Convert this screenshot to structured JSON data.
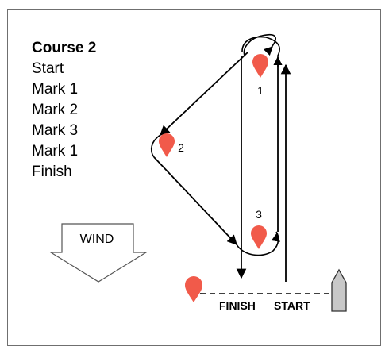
{
  "course": {
    "title": "Course 2",
    "steps": [
      "Start",
      "Mark 1",
      "Mark 2",
      "Mark 3",
      "Mark 1",
      "Finish"
    ]
  },
  "wind": {
    "label": "WIND"
  },
  "marks": [
    {
      "id": "mark-1",
      "label": "1"
    },
    {
      "id": "mark-2",
      "label": "2"
    },
    {
      "id": "mark-3",
      "label": "3"
    }
  ],
  "line": {
    "finish_label": "FINISH",
    "start_label": "START"
  },
  "colors": {
    "mark": "#f15a4a",
    "committee_boat": "#c8c8c8",
    "wind_arrow_outline": "#555555",
    "lines": "#000000"
  },
  "icons": [
    "buoy-marker-icon",
    "committee-boat-icon",
    "wind-arrow-icon"
  ]
}
